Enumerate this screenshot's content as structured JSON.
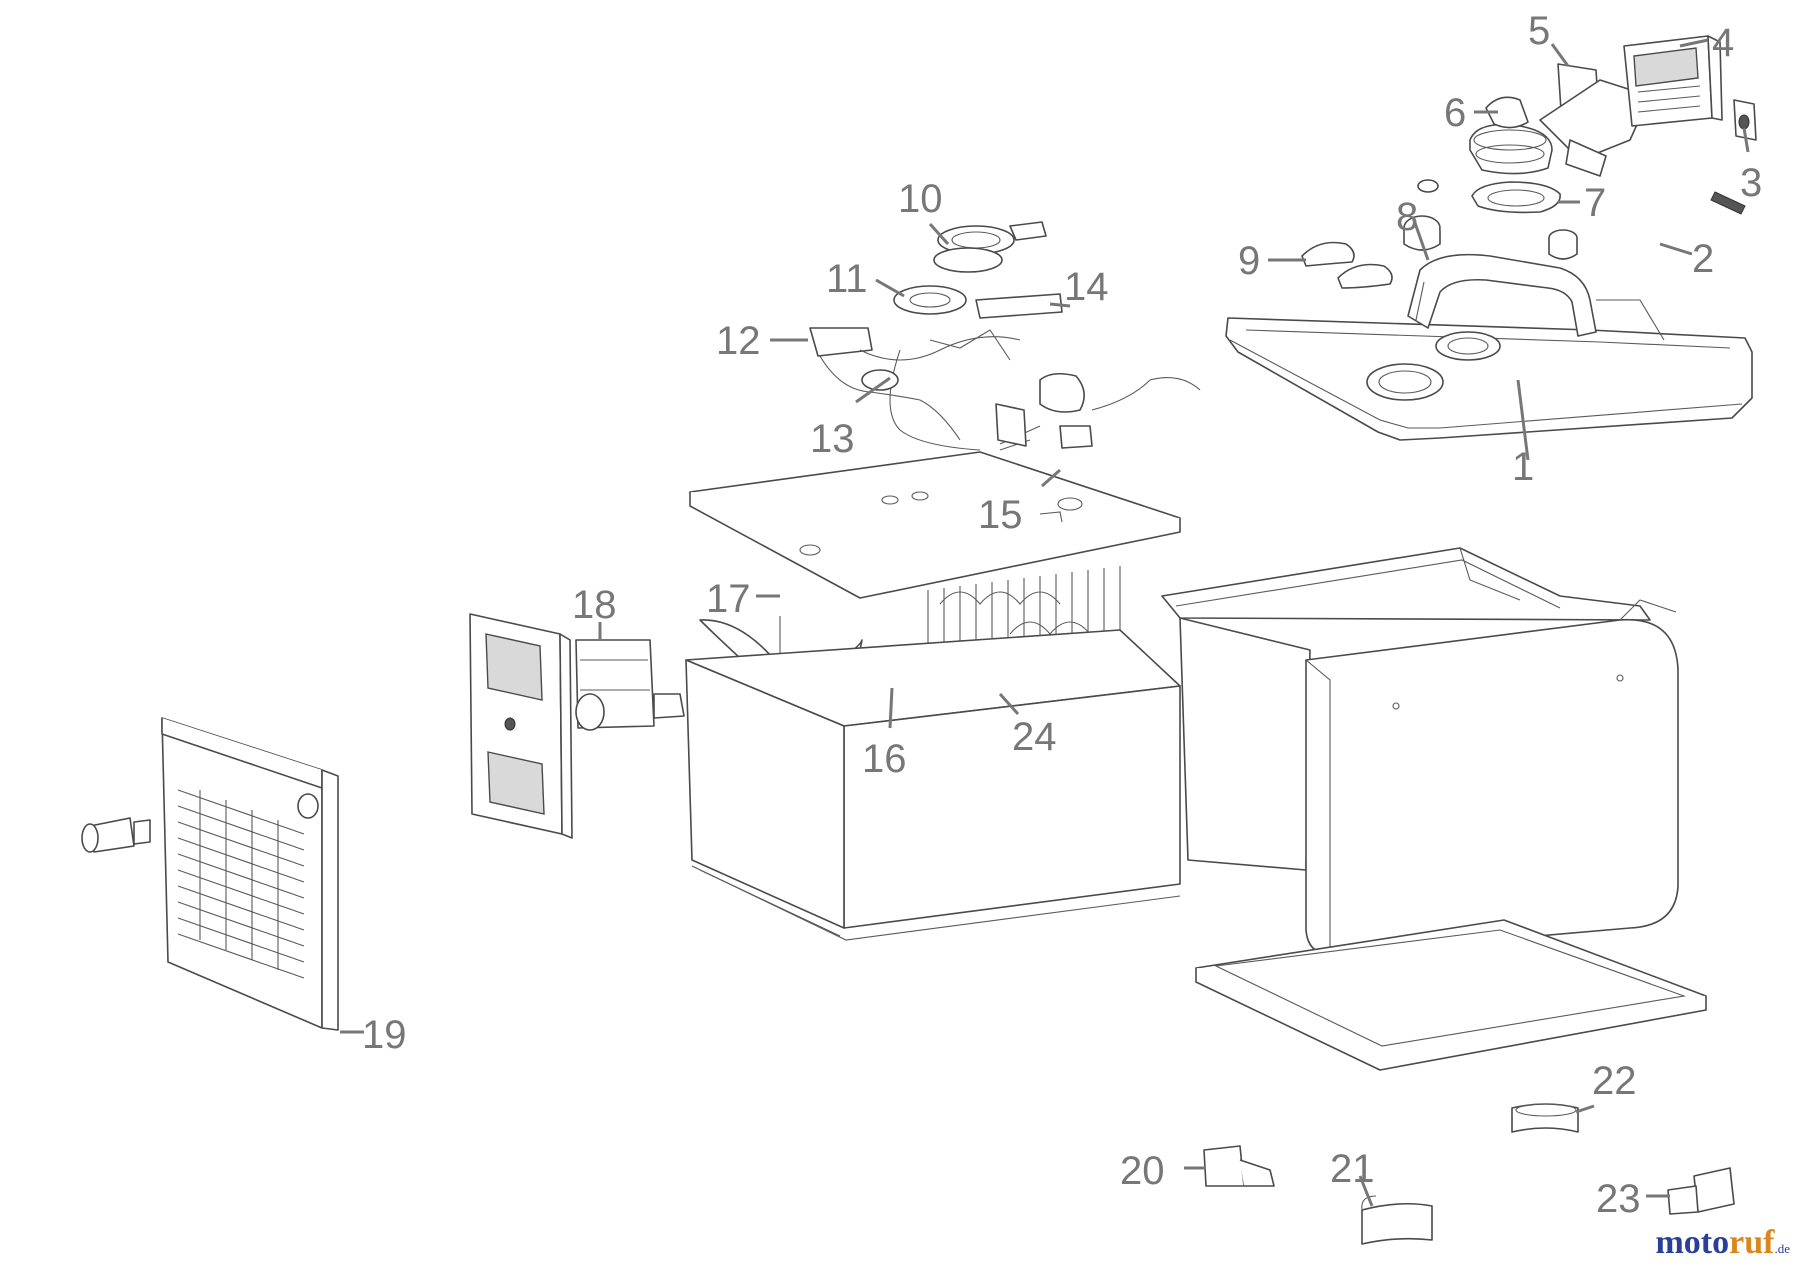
{
  "callouts": [
    {
      "id": "1",
      "text": "1"
    },
    {
      "id": "2",
      "text": "2"
    },
    {
      "id": "3",
      "text": "3"
    },
    {
      "id": "4",
      "text": "4"
    },
    {
      "id": "5",
      "text": "5"
    },
    {
      "id": "6",
      "text": "6"
    },
    {
      "id": "7",
      "text": "7"
    },
    {
      "id": "8",
      "text": "8"
    },
    {
      "id": "9",
      "text": "9"
    },
    {
      "id": "10",
      "text": "10"
    },
    {
      "id": "11",
      "text": "11"
    },
    {
      "id": "12",
      "text": "12"
    },
    {
      "id": "13",
      "text": "13"
    },
    {
      "id": "14",
      "text": "14"
    },
    {
      "id": "15",
      "text": "15"
    },
    {
      "id": "16",
      "text": "16"
    },
    {
      "id": "17",
      "text": "17"
    },
    {
      "id": "18",
      "text": "18"
    },
    {
      "id": "19",
      "text": "19"
    },
    {
      "id": "20",
      "text": "20"
    },
    {
      "id": "21",
      "text": "21"
    },
    {
      "id": "22",
      "text": "22"
    },
    {
      "id": "23",
      "text": "23"
    },
    {
      "id": "24",
      "text": "24"
    }
  ],
  "watermark": {
    "part_a": "moto",
    "part_b": "ruf",
    "part_c": ".de"
  },
  "colors": {
    "line": "#4a4a4a",
    "callout": "#777777",
    "brand_blue": "#2a3f9a",
    "brand_orange": "#d9861c"
  }
}
